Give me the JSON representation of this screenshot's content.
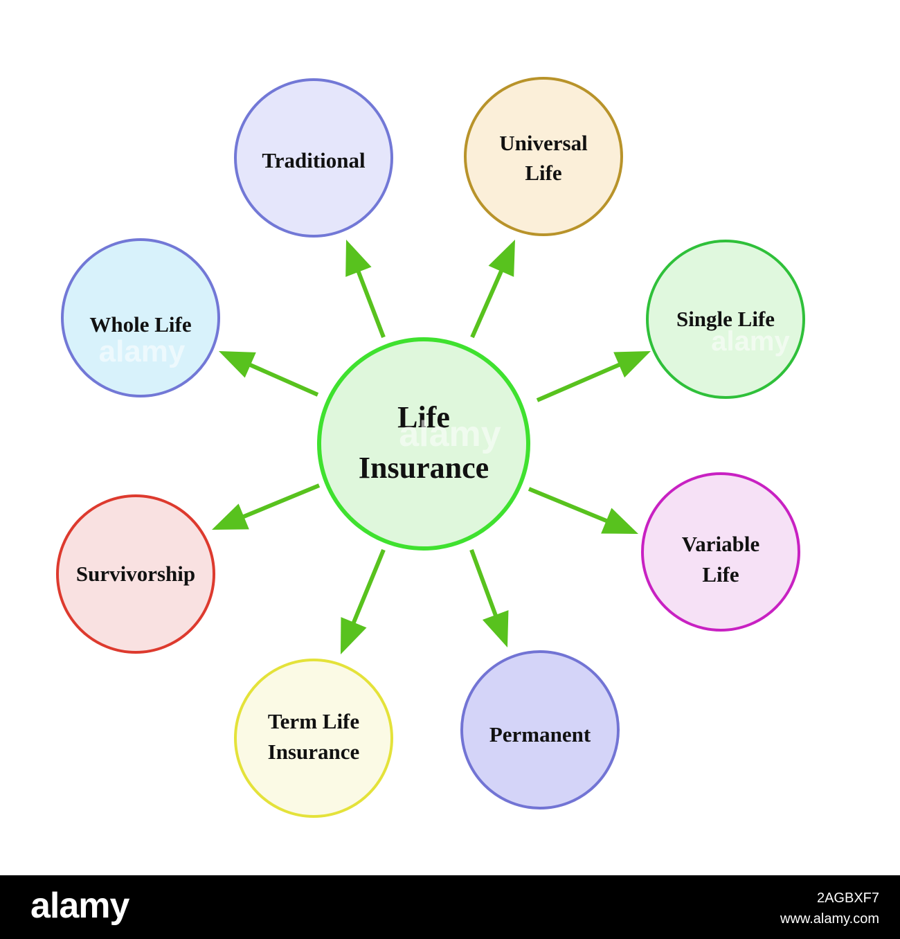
{
  "center": {
    "lines": [
      "Life",
      "Insurance"
    ],
    "fill": "#dff7dc",
    "stroke": "#3fe12f"
  },
  "arrow_color": "#58c21e",
  "nodes": [
    {
      "id": "traditional",
      "lines": [
        "Traditional"
      ],
      "fill": "#e5e6fb",
      "stroke": "#7278d6"
    },
    {
      "id": "universal-life",
      "lines": [
        "Universal",
        "Life"
      ],
      "fill": "#fbefd9",
      "stroke": "#b8932a"
    },
    {
      "id": "single-life",
      "lines": [
        "Single Life"
      ],
      "fill": "#e0f8de",
      "stroke": "#2fc03a"
    },
    {
      "id": "variable-life",
      "lines": [
        "Variable",
        "Life"
      ],
      "fill": "#f6e1f6",
      "stroke": "#c821c2"
    },
    {
      "id": "permanent",
      "lines": [
        "Permanent"
      ],
      "fill": "#d4d4f8",
      "stroke": "#7274d4"
    },
    {
      "id": "term-life-insurance",
      "lines": [
        "Term Life",
        "Insurance"
      ],
      "fill": "#fbfae5",
      "stroke": "#e4e23a"
    },
    {
      "id": "survivorship",
      "lines": [
        "Survivorship"
      ],
      "fill": "#f9e1e1",
      "stroke": "#dd3a2e"
    },
    {
      "id": "whole-life",
      "lines": [
        "Whole Life"
      ],
      "fill": "#d8f2fb",
      "stroke": "#7278d6"
    }
  ],
  "watermark": "alamy",
  "footer": {
    "logo": "alamy",
    "image_id": "2AGBXF7",
    "site": "www.alamy.com"
  }
}
